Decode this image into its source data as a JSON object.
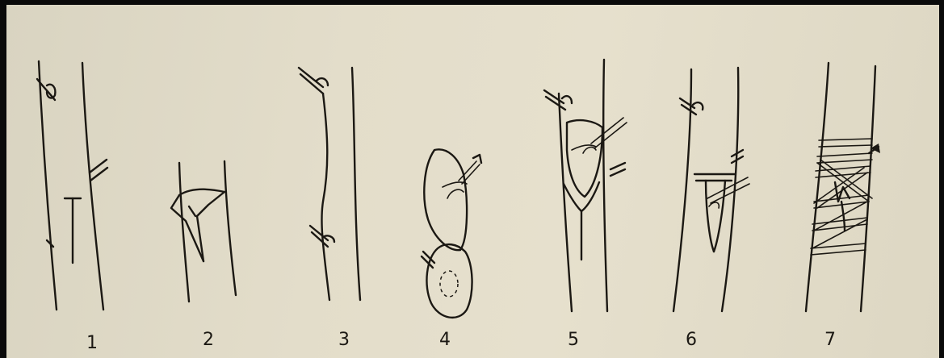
{
  "steps": [
    {
      "number": "1"
    },
    {
      "number": "2"
    },
    {
      "number": "3"
    },
    {
      "number": "4"
    },
    {
      "number": "5"
    },
    {
      "number": "6"
    },
    {
      "number": "7"
    }
  ]
}
